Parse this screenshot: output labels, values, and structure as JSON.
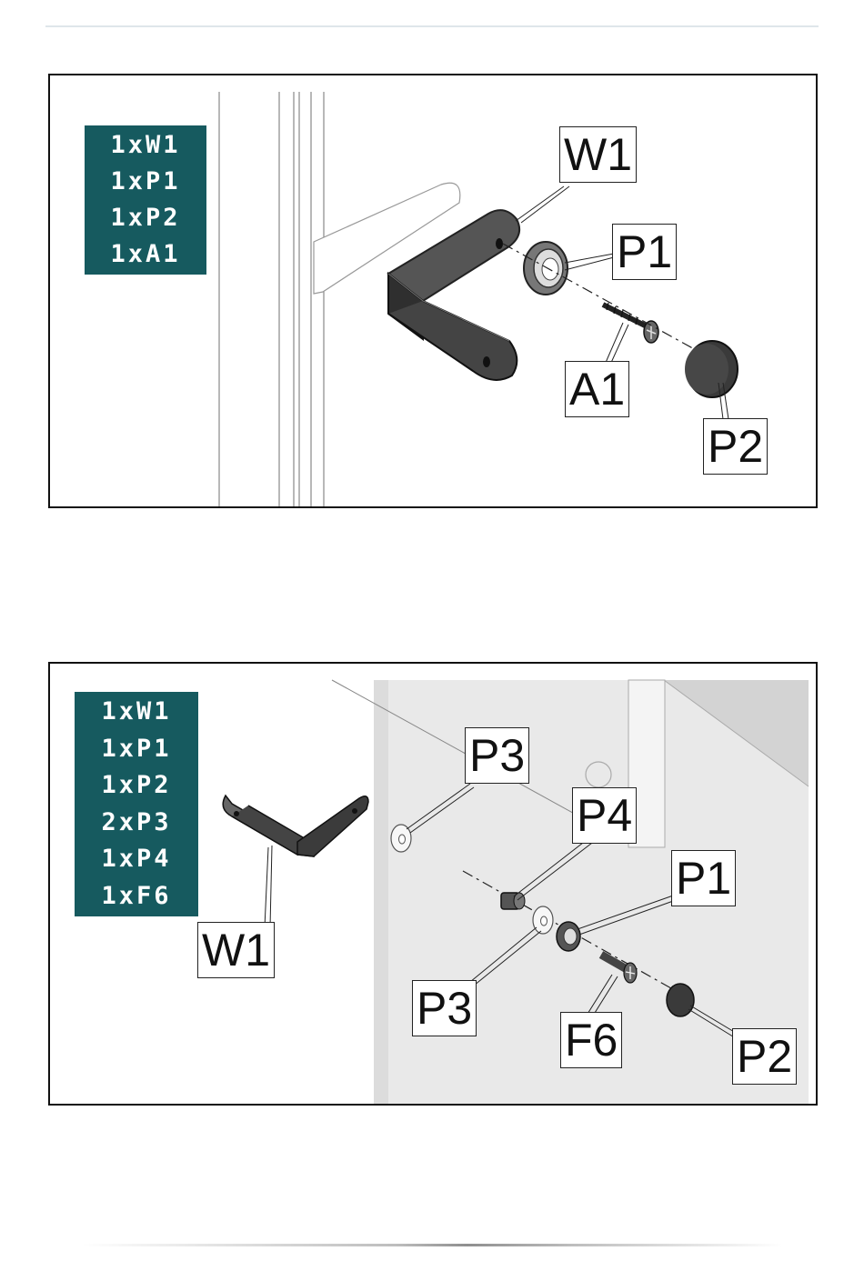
{
  "panel1": {
    "parts": [
      "1xW1",
      "1xP1",
      "1xP2",
      "1xA1"
    ],
    "callouts": {
      "w1": "W1",
      "p1": "P1",
      "a1": "A1",
      "p2": "P2"
    }
  },
  "panel2": {
    "parts": [
      "1xW1",
      "1xP1",
      "1xP2",
      "2xP3",
      "1xP4",
      "1xF6"
    ],
    "callouts": {
      "p3_top": "P3",
      "p4": "P4",
      "p1": "P1",
      "w1": "W1",
      "p3_bottom": "P3",
      "f6": "F6",
      "p2": "P2"
    }
  },
  "colors": {
    "parts_box": "#165a5f",
    "bracket": "#3a3a3a",
    "panel_border": "#111111"
  }
}
